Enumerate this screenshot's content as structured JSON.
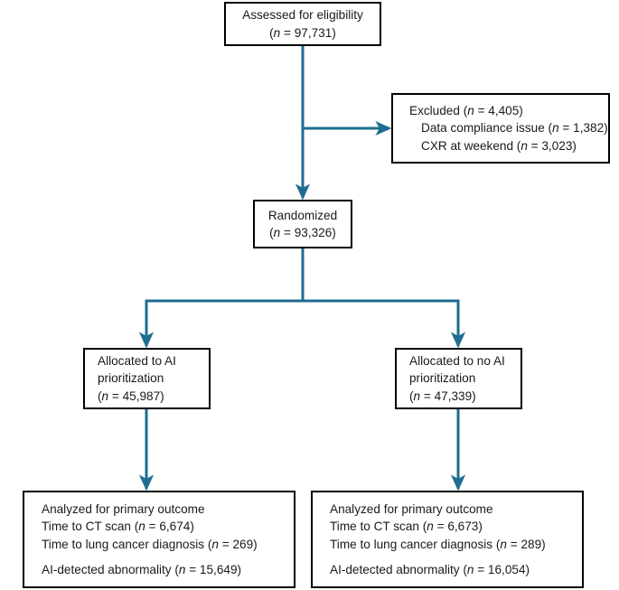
{
  "diagram": {
    "title": "CONSORT participant flow diagram",
    "type": "flowchart",
    "line_color": "#1f6d90",
    "box_border_color": "#000000",
    "text_color": "#1a1a1a",
    "background": "#ffffff"
  },
  "nodes": {
    "assessed": {
      "lines": [
        "Assessed for eligibility",
        "(n = 97,731)"
      ],
      "line0": "Assessed for eligibility",
      "line1": "(n = 97,731)",
      "n": 97731
    },
    "excluded": {
      "line0": "Excluded (n = 4,405)",
      "line1": "Data compliance issue (n = 1,382)",
      "line2": "CXR at weekend (n = 3,023)",
      "n": 4405,
      "reasons": [
        {
          "label": "Data compliance issue",
          "n": 1382
        },
        {
          "label": "CXR at weekend",
          "n": 3023
        }
      ]
    },
    "randomized": {
      "line0": "Randomized",
      "line1": "(n = 93,326)",
      "n": 93326
    },
    "allocated_ai": {
      "line0": "Allocated to AI",
      "line1": "prioritization",
      "line2": "(n = 45,987)",
      "n": 45987
    },
    "allocated_no_ai": {
      "line0": "Allocated to no AI",
      "line1": "prioritization",
      "line2": "(n = 47,339)",
      "n": 47339
    },
    "outcome_ai": {
      "line0": "Analyzed for primary outcome",
      "line1": "Time to CT scan (n = 6,674)",
      "line2": "Time to lung cancer diagnosis (n = 269)",
      "line3": "AI-detected abnormality (n = 15,649)",
      "outcomes": [
        {
          "label": "Time to CT scan",
          "n": 6674
        },
        {
          "label": "Time to lung cancer diagnosis",
          "n": 269
        },
        {
          "label": "AI-detected abnormality",
          "n": 15649
        }
      ]
    },
    "outcome_no_ai": {
      "line0": "Analyzed for primary outcome",
      "line1": "Time to CT scan (n = 6,673)",
      "line2": "Time to lung cancer diagnosis (n = 289)",
      "line3": "AI-detected abnormality (n = 16,054)",
      "outcomes": [
        {
          "label": "Time to CT scan",
          "n": 6673
        },
        {
          "label": "Time to lung cancer diagnosis",
          "n": 289
        },
        {
          "label": "AI-detected abnormality",
          "n": 16054
        }
      ]
    }
  }
}
